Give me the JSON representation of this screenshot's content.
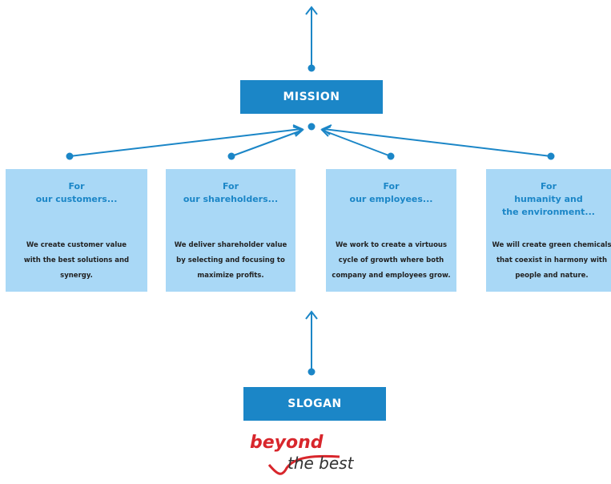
{
  "diagram": {
    "mission_label": "MISSION",
    "slogan_label": "SLOGAN",
    "cards": [
      {
        "for": "For",
        "audience": "our customers...",
        "description": "We create customer value\nwith the best solutions and\nsynergy."
      },
      {
        "for": "For",
        "audience": "our shareholders...",
        "description": "We deliver shareholder value\nby selecting and focusing to\nmaximize profits."
      },
      {
        "for": "For",
        "audience": "our employees...",
        "description": "We work to create a virtuous\ncycle of growth where both\ncompany and employees grow."
      },
      {
        "for": "For",
        "audience": "humanity and\nthe environment...",
        "description": "We will create green chemicals\nthat coexist in harmony with\npeople and nature."
      }
    ],
    "logo": {
      "word1": "beyond",
      "word2": "the best"
    },
    "colors": {
      "primary_blue": "#1b86c7",
      "light_blue": "#a9d8f6",
      "logo_red": "#d8262c"
    }
  }
}
